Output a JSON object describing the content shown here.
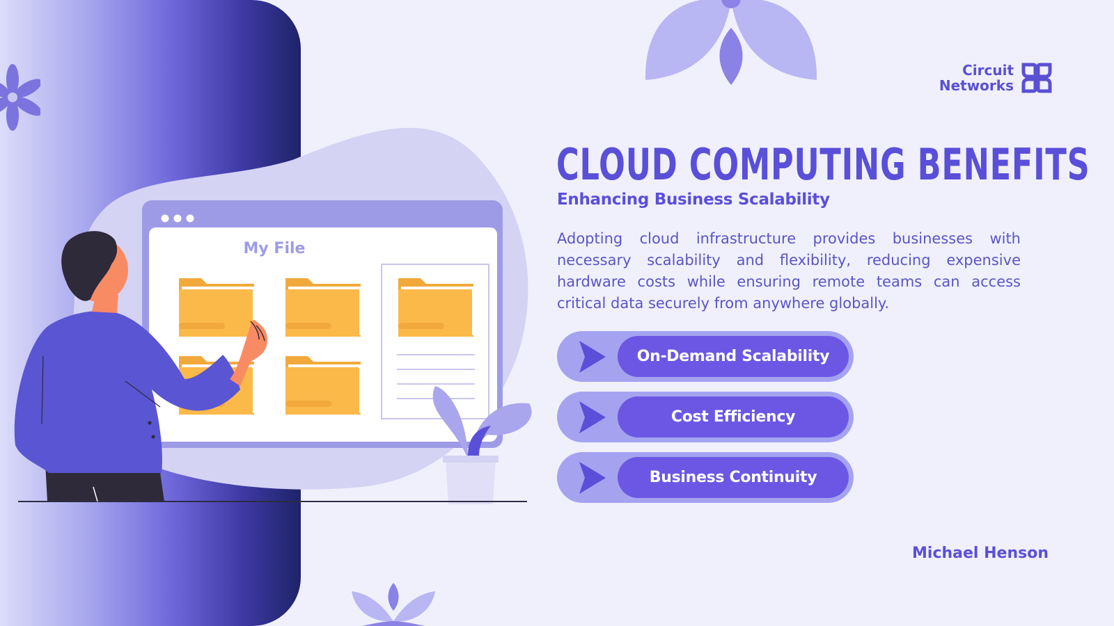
{
  "logo": {
    "line1": "Circuit",
    "line2": "Networks",
    "icon": "four-petal-logo-icon"
  },
  "title": "CLOUD COMPUTING BENEFITS",
  "subtitle": "Enhancing Business Scalability",
  "body": "Adopting cloud infrastructure provides businesses with necessary scalability and flexibility, reducing expensive hardware costs while ensuring remote teams can access critical data securely from anywhere globally.",
  "benefits": [
    {
      "label": "On-Demand Scalability",
      "icon": "play-arrow-icon"
    },
    {
      "label": "Cost Efficiency",
      "icon": "play-arrow-icon"
    },
    {
      "label": "Business Continuity",
      "icon": "play-arrow-icon"
    }
  ],
  "illustration": {
    "window_title": "My File",
    "folder_icon": "folder-icon"
  },
  "presenter": "Michael Henson",
  "colors": {
    "accent": "#5a4fd9",
    "pill": "#6b57e4",
    "pill_outer": "#a5a3f0",
    "background": "#f0f0fc",
    "folder": "#fbb94a"
  }
}
